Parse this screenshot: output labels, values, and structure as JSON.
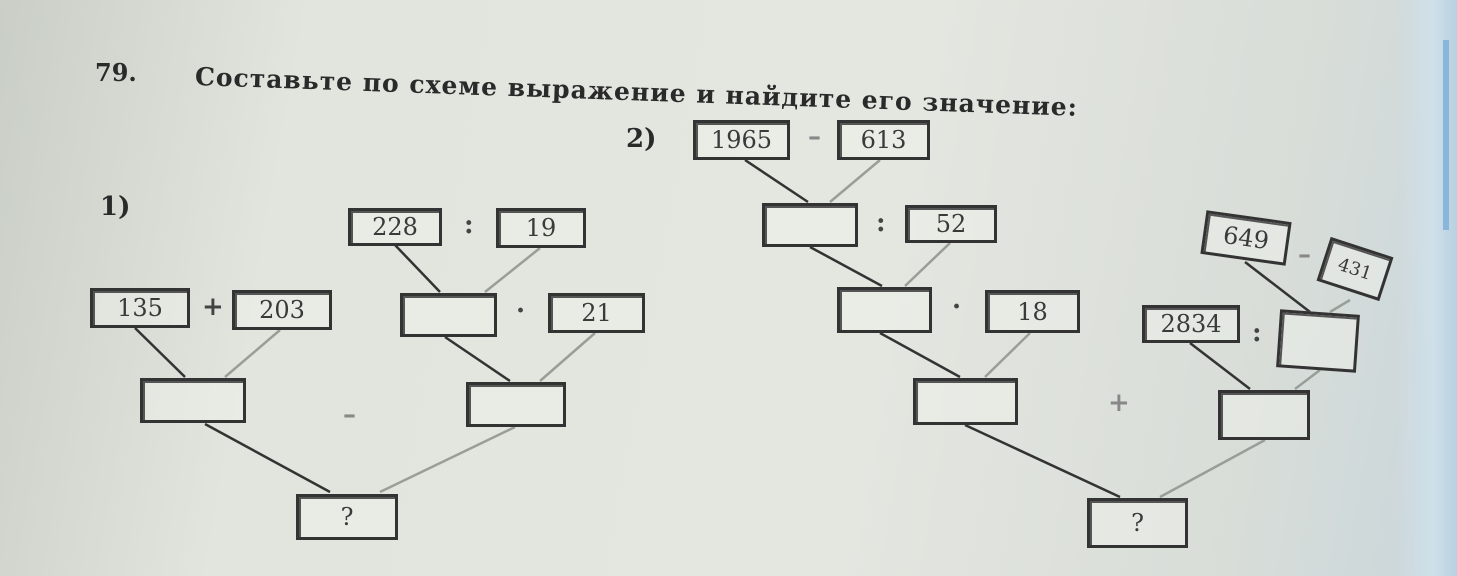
{
  "exercise": {
    "number": "79.",
    "instruction": "Составьте по схеме выражение и найдите его значение:"
  },
  "scheme1": {
    "label": "1)",
    "top": {
      "a": "228",
      "op": ":",
      "b": "19"
    },
    "left": {
      "a": "135",
      "op": "+",
      "b": "203"
    },
    "mult": {
      "a": "",
      "op": "·",
      "b": "21"
    },
    "mid": {
      "a": "",
      "op": "–",
      "b": ""
    },
    "result": "?"
  },
  "scheme2": {
    "label": "2)",
    "top": {
      "a": "1965",
      "op": "–",
      "b": "613"
    },
    "div": {
      "a": "",
      "op": ":",
      "b": "52"
    },
    "mult": {
      "a": "",
      "op": "·",
      "b": "18"
    },
    "right_top": {
      "a": "649",
      "op": "–",
      "b": "431"
    },
    "right_div": {
      "a": "2834",
      "op": ":",
      "b": ""
    },
    "mid": {
      "a": "",
      "op": "+",
      "b": ""
    },
    "result": "?"
  },
  "colors": {
    "paper": "#e2e5de",
    "ink": "#2a2a2a",
    "edge_blue": "#6fa6d4"
  }
}
